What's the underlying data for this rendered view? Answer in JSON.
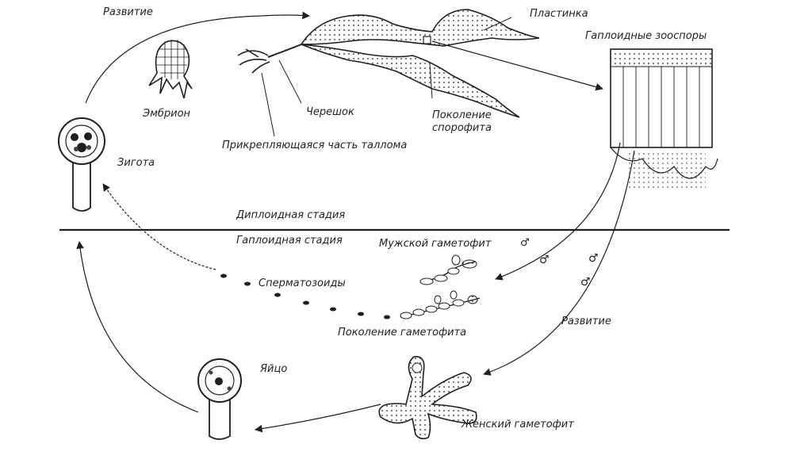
{
  "colors": {
    "ink": "#1f1f1f",
    "background": "#ffffff"
  },
  "labels": {
    "development_top": "Развитие",
    "embryo": "Эмбрион",
    "zygote": "Зигота",
    "blade": "Пластинка",
    "haploid_zoospores": "Гаплоидные зооспоры",
    "stipe": "Черешок",
    "sporophyte_generation_line1": "Поколение",
    "sporophyte_generation_line2": "спорофита",
    "holdfast": "Прикрепляющаяся часть таллома",
    "diploid_stage": "Диплоидная стадия",
    "haploid_stage": "Гаплоидная стадия",
    "male_gametophyte": "Мужской гаметофит",
    "male_symbol": "♂",
    "spermatozoids": "Сперматозоиды",
    "gametophyte_generation": "Поколение гаметофита",
    "development_right": "Развитие",
    "egg": "Яйцо",
    "female_gametophyte": "Женский гаметофит"
  }
}
